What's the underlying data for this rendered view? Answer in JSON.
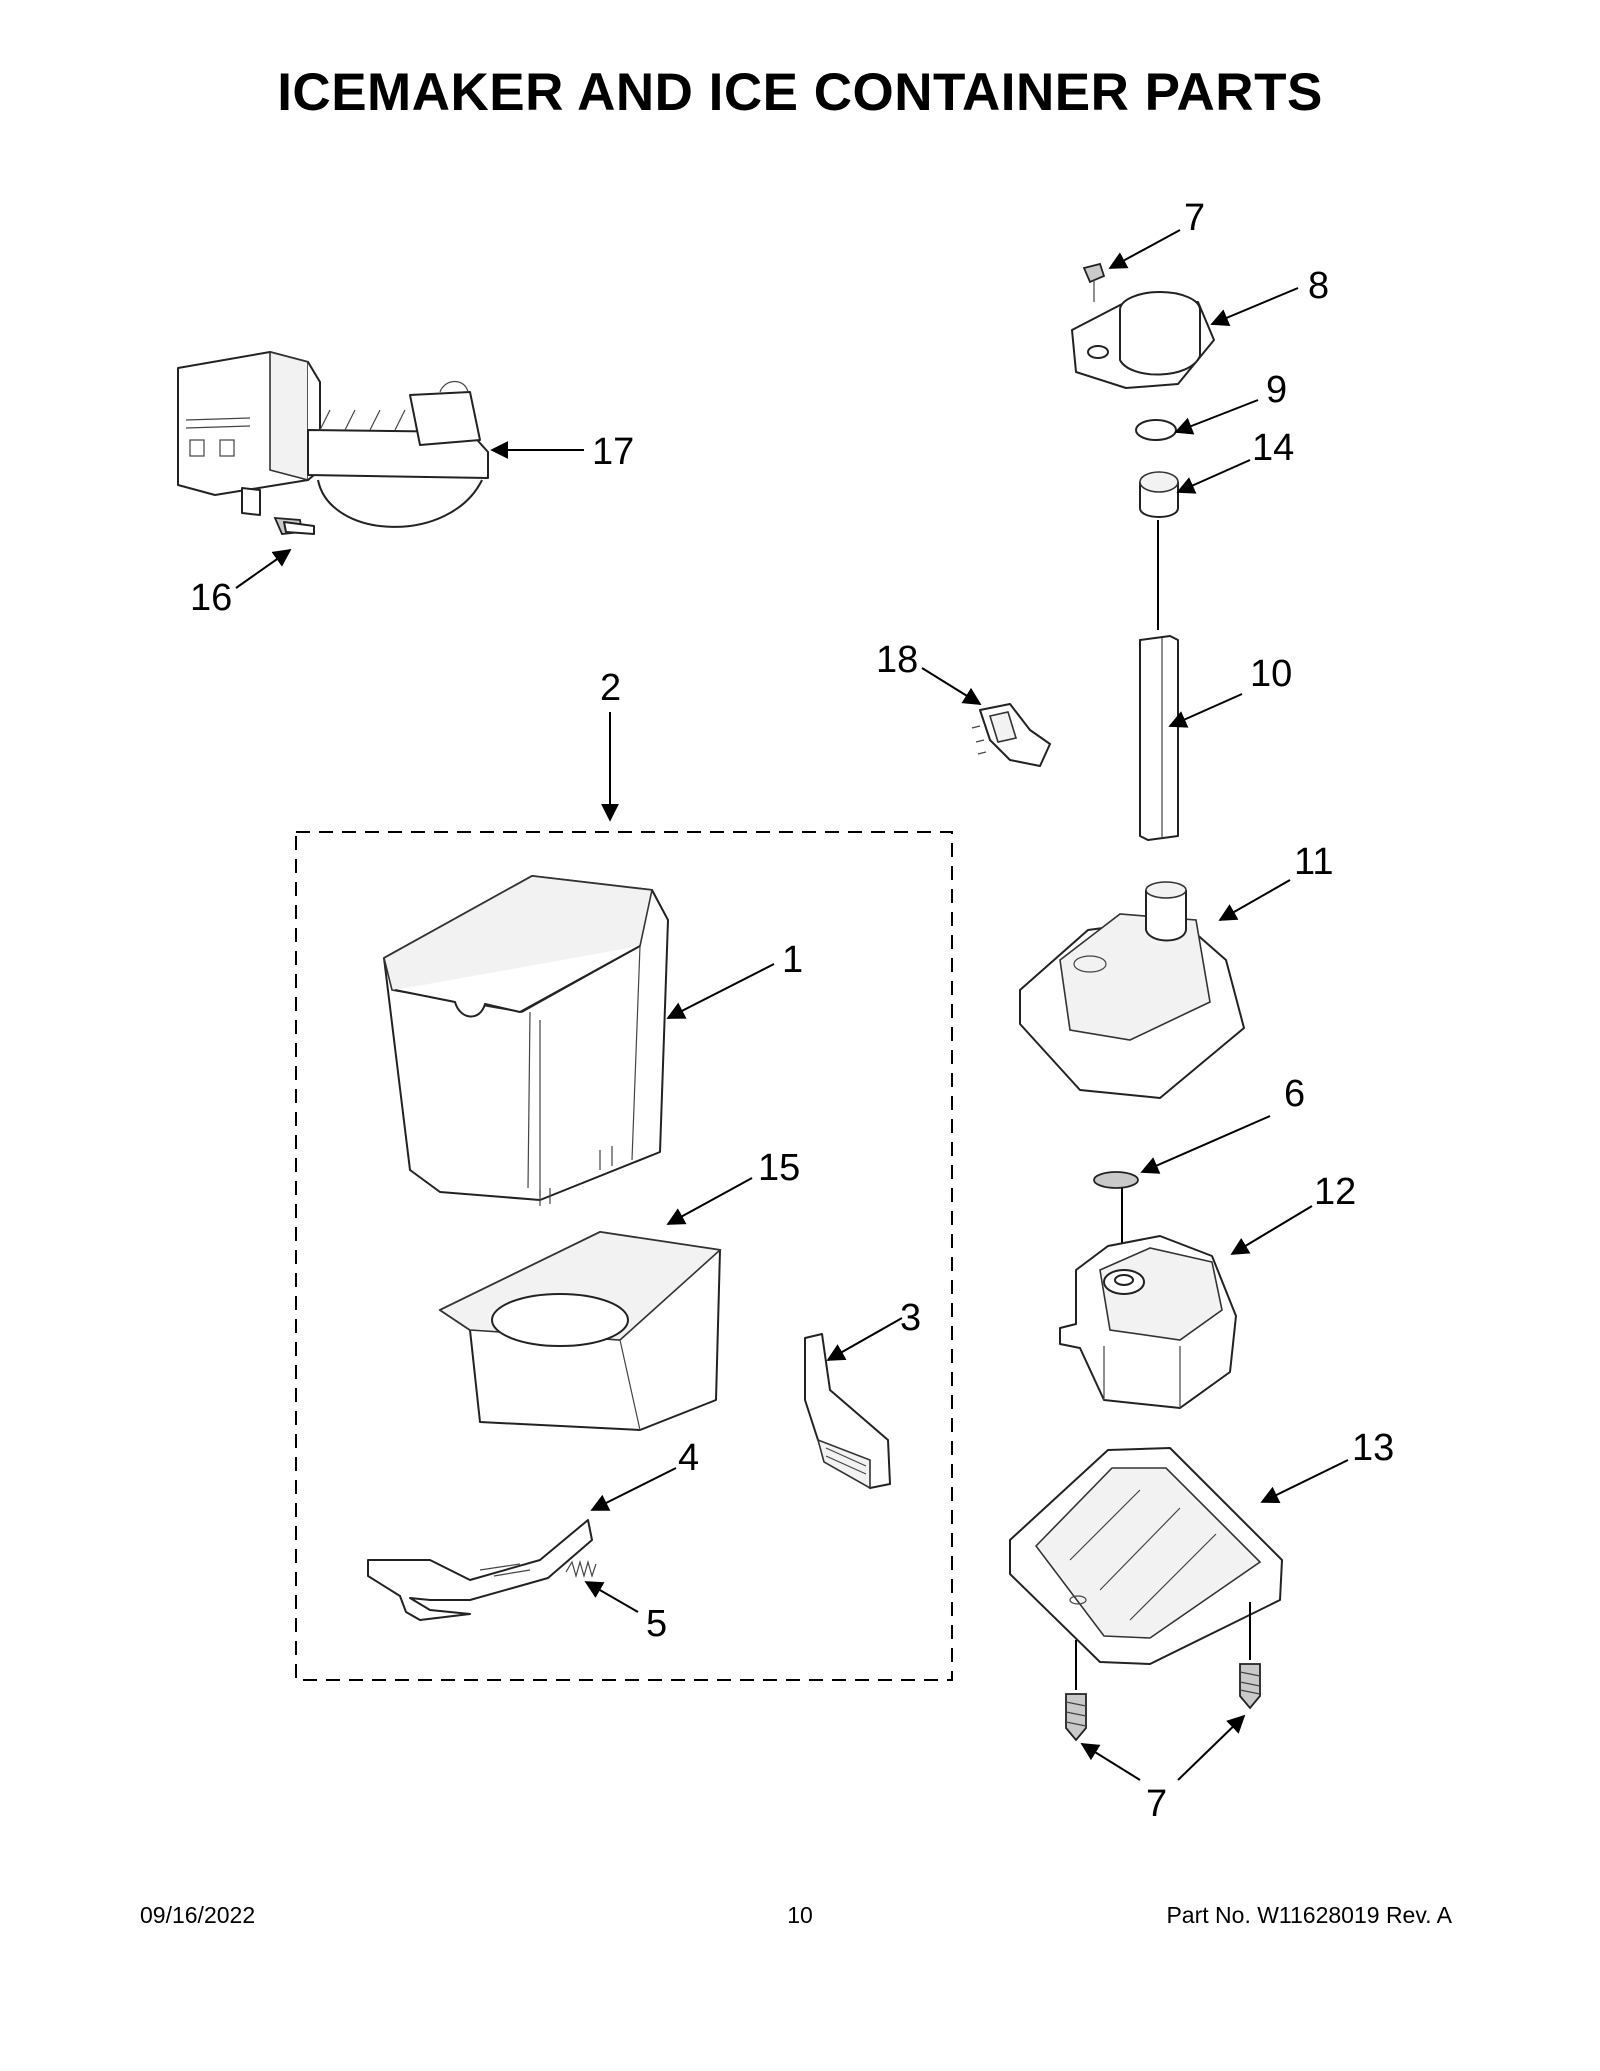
{
  "title": "ICEMAKER AND ICE CONTAINER PARTS",
  "callouts": {
    "c1": "1",
    "c2": "2",
    "c3": "3",
    "c4": "4",
    "c5": "5",
    "c6": "6",
    "c7a": "7",
    "c7b": "7",
    "c8": "8",
    "c9": "9",
    "c10": "10",
    "c11": "11",
    "c12": "12",
    "c13": "13",
    "c14": "14",
    "c15": "15",
    "c16": "16",
    "c17": "17",
    "c18": "18"
  },
  "footer": {
    "date": "09/16/2022",
    "page": "10",
    "part": "Part No.  W11628019  Rev.  A"
  }
}
